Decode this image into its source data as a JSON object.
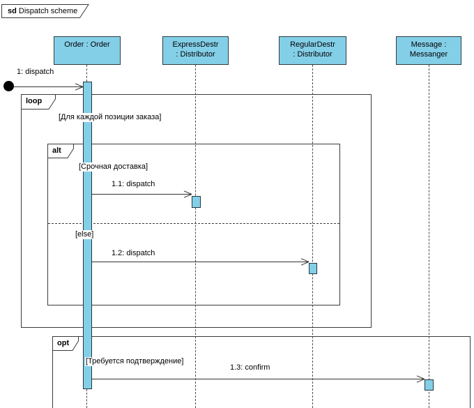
{
  "title": {
    "keyword": "sd",
    "name": "Dispatch scheme"
  },
  "lifelines": [
    {
      "id": "order",
      "lines": [
        "Order : Order"
      ]
    },
    {
      "id": "expressdestr",
      "lines": [
        "ExpressDestr",
        ": Distributor"
      ]
    },
    {
      "id": "regulardestr",
      "lines": [
        "RegularDestr",
        ": Distributor"
      ]
    },
    {
      "id": "message",
      "lines": [
        "Message :",
        "Messanger"
      ]
    }
  ],
  "fragments": {
    "loop": {
      "operator": "loop",
      "guard": "[Для каждой позиции заказа]"
    },
    "alt": {
      "operator": "alt",
      "guards": [
        "[Срочная доставка]",
        "[else]"
      ]
    },
    "opt": {
      "operator": "opt",
      "guard": "[Требуется подтверждение]"
    }
  },
  "messages": [
    {
      "label": "1: dispatch"
    },
    {
      "label": "1.1: dispatch"
    },
    {
      "label": "1.2: dispatch"
    },
    {
      "label": "1.3: confirm"
    }
  ],
  "colors": {
    "shape_fill": "#84CFE8",
    "shape_border": "#2E3B41",
    "frame_border": "#3A3A3A",
    "message_line": "#333333"
  }
}
